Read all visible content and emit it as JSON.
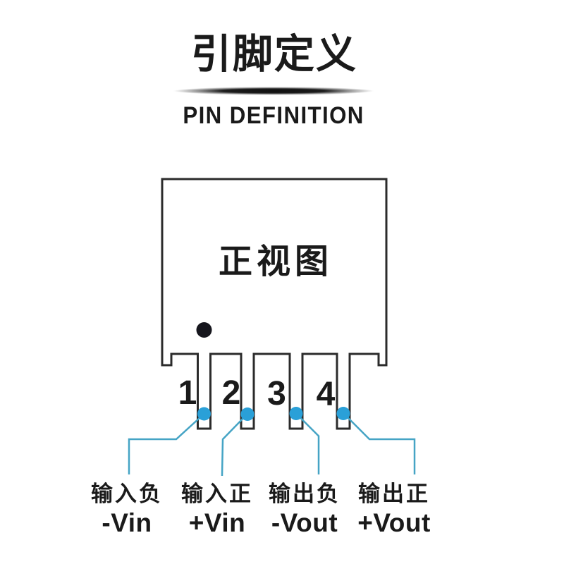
{
  "header": {
    "title": "引脚定义",
    "subtitle": "PIN DEFINITION"
  },
  "diagram": {
    "view_label": "正视图",
    "pins": [
      {
        "number": "1",
        "label_zh": "输入负",
        "label_en": "-Vin"
      },
      {
        "number": "2",
        "label_zh": "输入正",
        "label_en": "+Vin"
      },
      {
        "number": "3",
        "label_zh": "输出负",
        "label_en": "-Vout"
      },
      {
        "number": "4",
        "label_zh": "输出正",
        "label_en": "+Vout"
      }
    ],
    "colors": {
      "ink": "#1a1a1a",
      "outline": "#2b2b2b",
      "marker_dot": "#16161d",
      "pin_dot": "#2aa0d8",
      "leader_line": "#45a4c5"
    }
  }
}
